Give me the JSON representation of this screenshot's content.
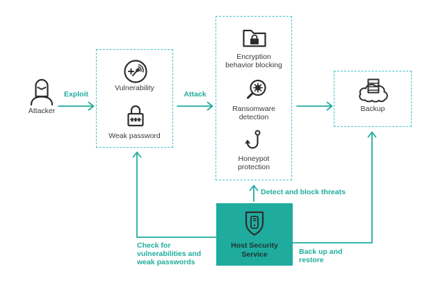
{
  "colors": {
    "teal_accent": "#1FAC9E",
    "dashed_border": "#3FC3C8",
    "icon_ink": "#2D2D2D",
    "label_ink": "#3A3A3A",
    "hss_box_fill": "#1FAC9E",
    "background": "#FFFFFF"
  },
  "diagram": {
    "attacker": {
      "label": "Attacker"
    },
    "vulnerability_box": {
      "vulnerability": {
        "label": "Vulnerability"
      },
      "weak_password": {
        "label": "Weak password"
      }
    },
    "protection_box": {
      "encryption": {
        "line1": "Encryption",
        "line2": "behavior blocking"
      },
      "ransomware": {
        "line1": "Ransomware",
        "line2": "detection"
      },
      "honeypot": {
        "line1": "Honeypot",
        "line2": "protection"
      }
    },
    "backup_box": {
      "label": "Backup"
    },
    "hss_box": {
      "line1": "Host Security",
      "line2": "Service"
    },
    "flows": {
      "exploit": {
        "label": "Exploit"
      },
      "attack": {
        "label": "Attack"
      },
      "detect": {
        "label": "Detect and block threats"
      },
      "check": {
        "line1": "Check for",
        "line2": "vulnerabilities and",
        "line3": "weak passwords"
      },
      "restore": {
        "line1": "Back up and",
        "line2": "restore"
      }
    }
  }
}
